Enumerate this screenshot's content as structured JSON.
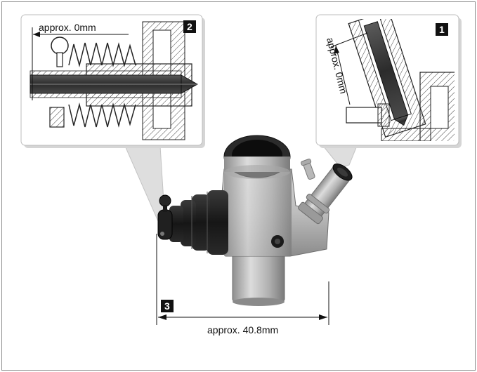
{
  "figure": {
    "callout_left": {
      "badge": "2",
      "dimension": "approx. 0mm"
    },
    "callout_right": {
      "badge": "1",
      "dimension": "approx. 0mm"
    },
    "overall": {
      "badge": "3",
      "dimension": "approx. 40.8mm"
    }
  },
  "colors": {
    "line": "#1a1a1a",
    "hatch": "#444444",
    "shaft": "#3c3c3c",
    "body_metal": "#b9b9b9",
    "rubber_boot": "#1e1e1e",
    "callout_shadow": "#d8d8d8",
    "frame_border": "#8f8f8f"
  }
}
